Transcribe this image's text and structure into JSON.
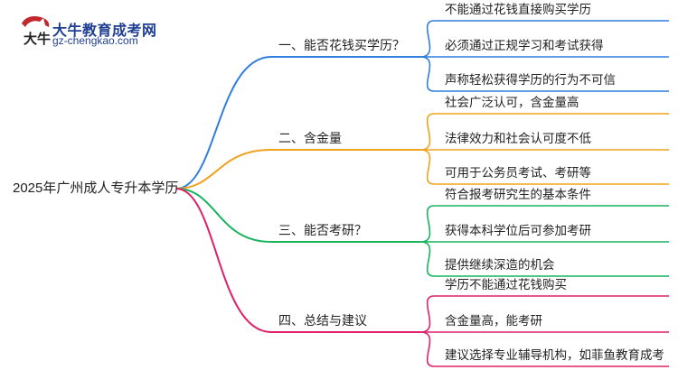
{
  "logo": {
    "name": "大牛教育成考网",
    "url": "gz-chengkao.com",
    "mark_text": "大牛",
    "mark_color": "#c0282d",
    "text_color": "#1f3f93"
  },
  "root": {
    "label": "2025年广州成人专升本学历"
  },
  "branches": [
    {
      "label": "一、能否花钱买学历？",
      "color": "#2f7de1",
      "items": [
        "不能通过花钱直接购买学历",
        "必须通过正规学习和考试获得",
        "声称轻松获得学历的行为不可信"
      ]
    },
    {
      "label": "二、含金量",
      "color": "#f0a21c",
      "items": [
        "社会广泛认可，含金量高",
        "法律效力和社会认可度不低",
        "可用于公务员考试、考研等"
      ]
    },
    {
      "label": "三、能否考研？",
      "color": "#17b35d",
      "items": [
        "符合报考研究生的基本条件",
        "获得本科学位后可参加考研",
        "提供继续深造的机会"
      ]
    },
    {
      "label": "四、总结与建议",
      "color": "#e0206b",
      "items": [
        "学历不能通过花钱购买",
        "含金量高，能考研",
        "建议选择专业辅导机构，如菲鱼教育成考"
      ]
    }
  ]
}
